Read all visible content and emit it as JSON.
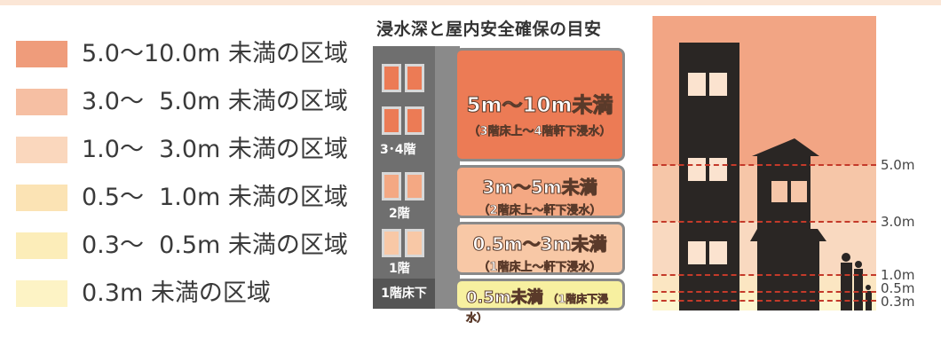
{
  "colors": {
    "zone_5_10": "#ef9c7b",
    "zone_3_5": "#f6bfa3",
    "zone_1_3": "#fad7bd",
    "zone_05_1": "#fbe3b4",
    "zone_03_05": "#fcedb9",
    "zone_lt03": "#fdf3c5",
    "building": "#2a2624",
    "dash": "#c43a2a"
  },
  "legend": [
    {
      "label": "5.0〜10.0m 未満の区域",
      "color": "#ef9c7b"
    },
    {
      "label": "3.0〜  5.0m 未満の区域",
      "color": "#f6bfa3"
    },
    {
      "label": "1.0〜  3.0m 未満の区域",
      "color": "#fad7bd"
    },
    {
      "label": "0.5〜  1.0m 未満の区域",
      "color": "#fbe3b4"
    },
    {
      "label": "0.3〜  0.5m 未満の区域",
      "color": "#fcedb9"
    },
    {
      "label": "0.3m 未満の区域",
      "color": "#fdf3c5"
    }
  ],
  "guide": {
    "title": "浸水深と屋内安全確保の目安",
    "floors": {
      "f34": "3･4階",
      "f2": "2階",
      "f1": "1階",
      "below": "1階床下"
    },
    "boxes": [
      {
        "main": "5m〜10m未満",
        "sub": "（3階床上〜4階軒下浸水）",
        "color": "#ec7b55"
      },
      {
        "main": "3m〜5m未満",
        "sub": "（2階床上〜軒下浸水）",
        "color": "#f4a883"
      },
      {
        "main": "0.5m〜3m未満",
        "sub": "（1階床上〜軒下浸水）",
        "color": "#f8c8a6"
      },
      {
        "main": "0.5m未満",
        "sub": "（1階床下浸水）",
        "color": "#f7f0a0"
      }
    ]
  },
  "levels": [
    "5.0m",
    "3.0m",
    "1.0m",
    "0.5m",
    "0.3m"
  ]
}
